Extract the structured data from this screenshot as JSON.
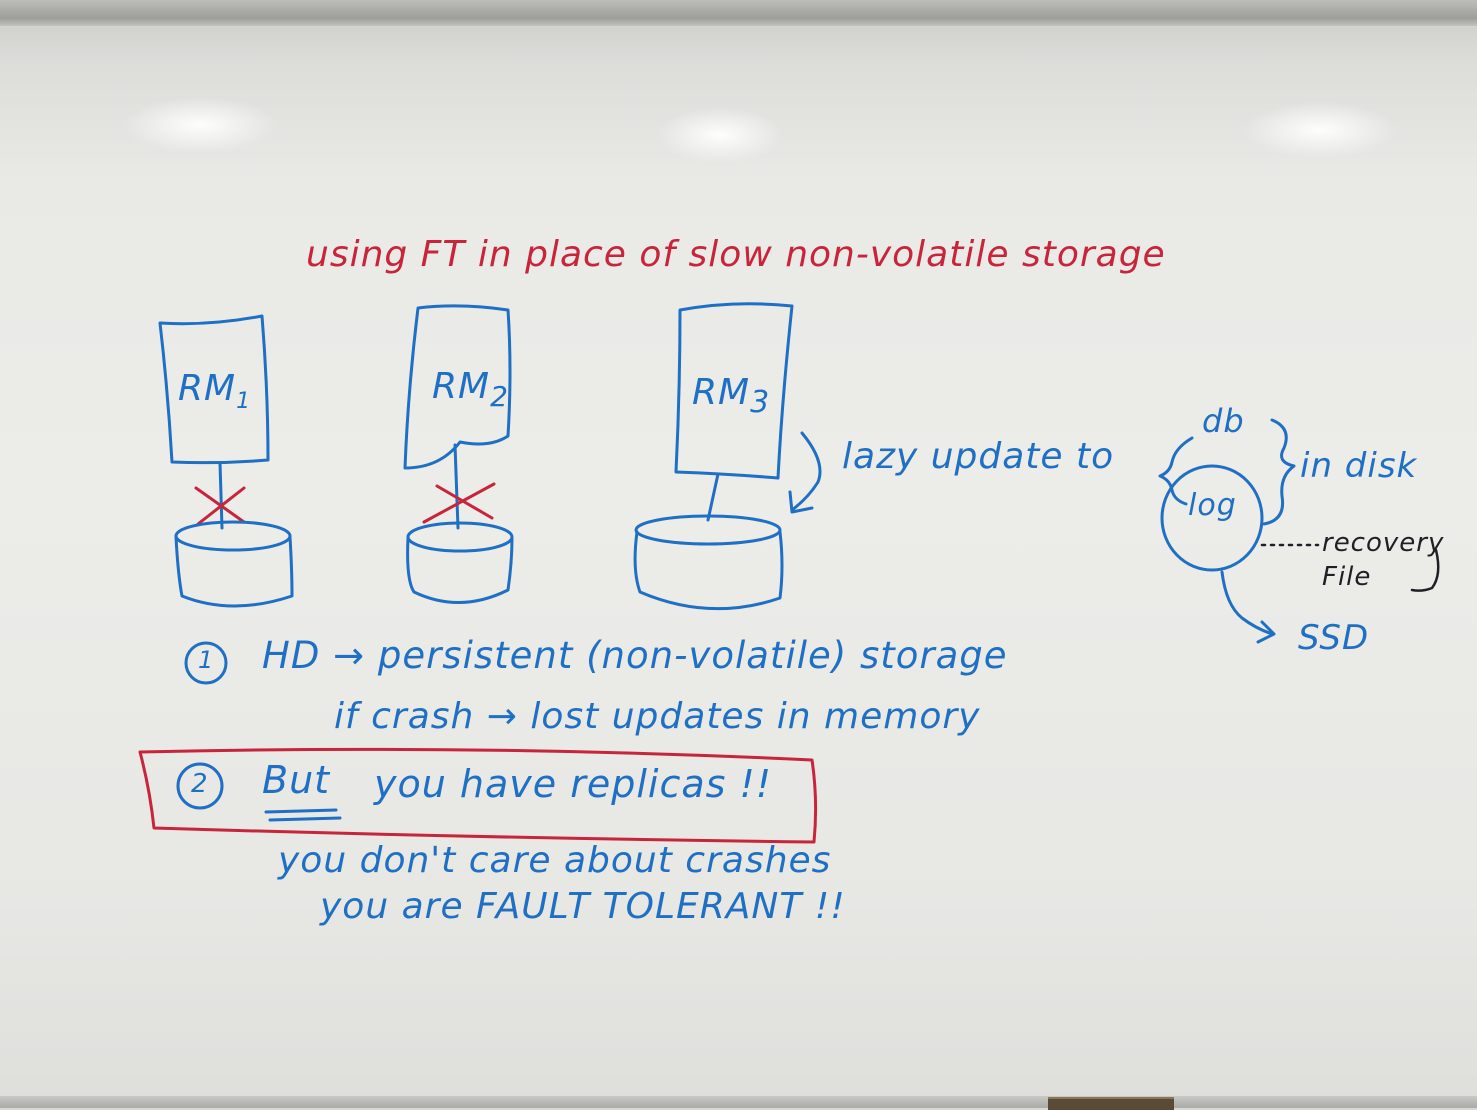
{
  "title": "using FT in place of slow non-volatile storage",
  "replicas": [
    {
      "label": "RM",
      "sub": "1"
    },
    {
      "label": "RM",
      "sub": "2"
    },
    {
      "label": "RM",
      "sub": "3"
    }
  ],
  "lazy_update": "lazy update to",
  "db": "db",
  "log": "log",
  "in_disk": "in disk",
  "recovery_file": "recovery",
  "recovery_file_2": "File",
  "ssd": "SSD",
  "point1_num": "1",
  "point1": "HD → persistent (non-volatile) storage",
  "point1_sub": "if crash → lost updates in memory",
  "point2_num": "2",
  "point2_but": "But",
  "point2": "you have replicas !!",
  "conclusion_1": "you don't care about crashes",
  "conclusion_2": "you are FAULT TOLERANT !!",
  "colors": {
    "red_marker": "#c8243a",
    "blue_marker": "#1f6fc4",
    "black_marker": "#1e2025",
    "board": "#ecece9"
  }
}
